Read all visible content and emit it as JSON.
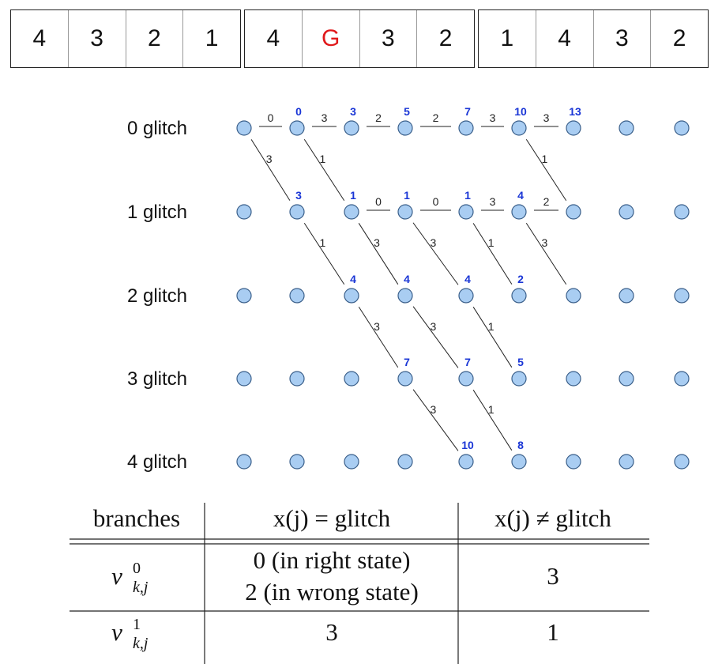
{
  "sequence": {
    "groups": [
      [
        {
          "v": "4",
          "g": false
        },
        {
          "v": "3",
          "g": false
        },
        {
          "v": "2",
          "g": false
        },
        {
          "v": "1",
          "g": false
        }
      ],
      [
        {
          "v": "4",
          "g": false
        },
        {
          "v": "G",
          "g": true
        },
        {
          "v": "3",
          "g": false
        },
        {
          "v": "2",
          "g": false
        }
      ],
      [
        {
          "v": "1",
          "g": false
        },
        {
          "v": "4",
          "g": false
        },
        {
          "v": "3",
          "g": false
        },
        {
          "v": "2",
          "g": false
        }
      ]
    ],
    "glitch_color": "#e0191b"
  },
  "trellis": {
    "row_labels": [
      "0 glitch",
      "1 glitch",
      "2 glitch",
      "3 glitch",
      "4 glitch"
    ],
    "columns": 9,
    "node_color": "#a9cdf2",
    "value_color": "#1a36d6",
    "node_values": [
      {
        "row": 0,
        "col": 1,
        "value": "0"
      },
      {
        "row": 0,
        "col": 2,
        "value": "3"
      },
      {
        "row": 0,
        "col": 3,
        "value": "5"
      },
      {
        "row": 0,
        "col": 4,
        "value": "7"
      },
      {
        "row": 0,
        "col": 5,
        "value": "10"
      },
      {
        "row": 0,
        "col": 6,
        "value": "13"
      },
      {
        "row": 1,
        "col": 1,
        "value": "3"
      },
      {
        "row": 1,
        "col": 2,
        "value": "1"
      },
      {
        "row": 1,
        "col": 3,
        "value": "1"
      },
      {
        "row": 1,
        "col": 4,
        "value": "1"
      },
      {
        "row": 1,
        "col": 5,
        "value": "4"
      },
      {
        "row": 2,
        "col": 2,
        "value": "4"
      },
      {
        "row": 2,
        "col": 3,
        "value": "4"
      },
      {
        "row": 2,
        "col": 4,
        "value": "4"
      },
      {
        "row": 2,
        "col": 5,
        "value": "2"
      },
      {
        "row": 3,
        "col": 3,
        "value": "7"
      },
      {
        "row": 3,
        "col": 4,
        "value": "7"
      },
      {
        "row": 3,
        "col": 5,
        "value": "5"
      },
      {
        "row": 4,
        "col": 4,
        "value": "10"
      },
      {
        "row": 4,
        "col": 5,
        "value": "8"
      }
    ],
    "edges": [
      {
        "fr": 0,
        "fc": 0,
        "tr": 0,
        "tc": 1,
        "w": "0"
      },
      {
        "fr": 0,
        "fc": 1,
        "tr": 0,
        "tc": 2,
        "w": "3"
      },
      {
        "fr": 0,
        "fc": 2,
        "tr": 0,
        "tc": 3,
        "w": "2"
      },
      {
        "fr": 0,
        "fc": 3,
        "tr": 0,
        "tc": 4,
        "w": "2"
      },
      {
        "fr": 0,
        "fc": 4,
        "tr": 0,
        "tc": 5,
        "w": "3"
      },
      {
        "fr": 0,
        "fc": 5,
        "tr": 0,
        "tc": 6,
        "w": "3"
      },
      {
        "fr": 0,
        "fc": 0,
        "tr": 1,
        "tc": 1,
        "w": "3"
      },
      {
        "fr": 0,
        "fc": 1,
        "tr": 1,
        "tc": 2,
        "w": "1"
      },
      {
        "fr": 0,
        "fc": 5,
        "tr": 1,
        "tc": 6,
        "w": "1"
      },
      {
        "fr": 1,
        "fc": 2,
        "tr": 1,
        "tc": 3,
        "w": "0"
      },
      {
        "fr": 1,
        "fc": 3,
        "tr": 1,
        "tc": 4,
        "w": "0"
      },
      {
        "fr": 1,
        "fc": 4,
        "tr": 1,
        "tc": 5,
        "w": "3"
      },
      {
        "fr": 1,
        "fc": 5,
        "tr": 1,
        "tc": 6,
        "w": "2"
      },
      {
        "fr": 1,
        "fc": 1,
        "tr": 2,
        "tc": 2,
        "w": "1"
      },
      {
        "fr": 1,
        "fc": 2,
        "tr": 2,
        "tc": 3,
        "w": "3"
      },
      {
        "fr": 1,
        "fc": 3,
        "tr": 2,
        "tc": 4,
        "w": "3"
      },
      {
        "fr": 1,
        "fc": 4,
        "tr": 2,
        "tc": 5,
        "w": "1"
      },
      {
        "fr": 1,
        "fc": 5,
        "tr": 2,
        "tc": 6,
        "w": "3"
      },
      {
        "fr": 2,
        "fc": 2,
        "tr": 3,
        "tc": 3,
        "w": "3"
      },
      {
        "fr": 2,
        "fc": 3,
        "tr": 3,
        "tc": 4,
        "w": "3"
      },
      {
        "fr": 2,
        "fc": 4,
        "tr": 3,
        "tc": 5,
        "w": "1"
      },
      {
        "fr": 3,
        "fc": 3,
        "tr": 4,
        "tc": 4,
        "w": "3"
      },
      {
        "fr": 3,
        "fc": 4,
        "tr": 4,
        "tc": 5,
        "w": "1"
      }
    ]
  },
  "table": {
    "headers": [
      "branches",
      "x(j) = glitch",
      "x(j) ≠ glitch"
    ],
    "rows": [
      {
        "symbol": "v",
        "sup": "0",
        "sub": "k,j",
        "glitch_lines": [
          "0 (in right state)",
          "2 (in wrong state)"
        ],
        "not_glitch": "3"
      },
      {
        "symbol": "v",
        "sup": "1",
        "sub": "k,j",
        "glitch_lines": [
          "3"
        ],
        "not_glitch": "1"
      }
    ]
  }
}
